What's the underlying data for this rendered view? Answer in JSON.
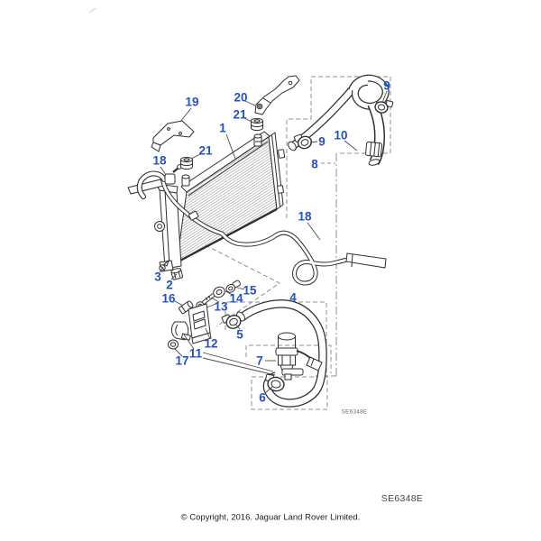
{
  "diagram": {
    "callout_color": "#2450c8",
    "line_color": "#2e2e2e",
    "dashed_line_color": "#8f8f8f",
    "callouts": [
      {
        "text": "1"
      },
      {
        "text": "2"
      },
      {
        "text": "3"
      },
      {
        "text": "4"
      },
      {
        "text": "5"
      },
      {
        "text": "6"
      },
      {
        "text": "7"
      },
      {
        "text": "8"
      },
      {
        "text": "9"
      },
      {
        "text": "9"
      },
      {
        "text": "10"
      },
      {
        "text": "11"
      },
      {
        "text": "12"
      },
      {
        "text": "13"
      },
      {
        "text": "14"
      },
      {
        "text": "15"
      },
      {
        "text": "16"
      },
      {
        "text": "17"
      },
      {
        "text": "18"
      },
      {
        "text": "18"
      },
      {
        "text": "19"
      },
      {
        "text": "20"
      },
      {
        "text": "21"
      },
      {
        "text": "21"
      }
    ],
    "drawing_code_small": "SE6348E",
    "drawing_code": "SE6348E"
  },
  "footer": {
    "copyright": "© Copyright, 2016. Jaguar Land Rover Limited."
  }
}
